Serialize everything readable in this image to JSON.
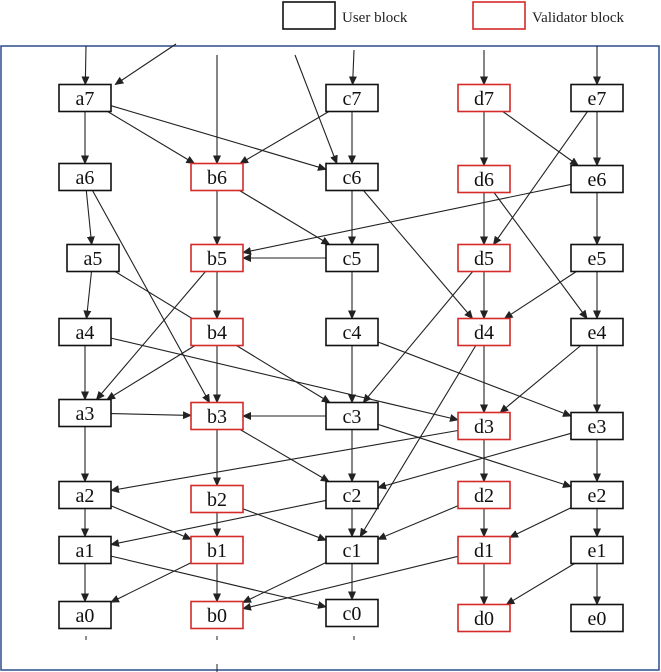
{
  "legend": {
    "user_label": "User block",
    "validator_label": "Validator block"
  },
  "colors": {
    "user_stroke": "#111111",
    "validator_stroke": "#d42a2a",
    "frame_stroke": "#2b4d8c",
    "edge": "#222222"
  },
  "nodes": [
    {
      "id": "a7",
      "type": "user"
    },
    {
      "id": "c7",
      "type": "user"
    },
    {
      "id": "d7",
      "type": "validator"
    },
    {
      "id": "e7",
      "type": "user"
    },
    {
      "id": "a6",
      "type": "user"
    },
    {
      "id": "b6",
      "type": "validator"
    },
    {
      "id": "c6",
      "type": "user"
    },
    {
      "id": "d6",
      "type": "validator"
    },
    {
      "id": "e6",
      "type": "user"
    },
    {
      "id": "a5",
      "type": "user"
    },
    {
      "id": "b5",
      "type": "validator"
    },
    {
      "id": "c5",
      "type": "user"
    },
    {
      "id": "d5",
      "type": "validator"
    },
    {
      "id": "e5",
      "type": "user"
    },
    {
      "id": "a4",
      "type": "user"
    },
    {
      "id": "b4",
      "type": "validator"
    },
    {
      "id": "c4",
      "type": "user"
    },
    {
      "id": "d4",
      "type": "validator"
    },
    {
      "id": "e4",
      "type": "user"
    },
    {
      "id": "a3",
      "type": "user"
    },
    {
      "id": "b3",
      "type": "validator"
    },
    {
      "id": "c3",
      "type": "user"
    },
    {
      "id": "d3",
      "type": "validator"
    },
    {
      "id": "e3",
      "type": "user"
    },
    {
      "id": "a2",
      "type": "user"
    },
    {
      "id": "b2",
      "type": "validator"
    },
    {
      "id": "c2",
      "type": "user"
    },
    {
      "id": "d2",
      "type": "validator"
    },
    {
      "id": "e2",
      "type": "user"
    },
    {
      "id": "a1",
      "type": "user"
    },
    {
      "id": "b1",
      "type": "validator"
    },
    {
      "id": "c1",
      "type": "user"
    },
    {
      "id": "d1",
      "type": "validator"
    },
    {
      "id": "e1",
      "type": "user"
    },
    {
      "id": "a0",
      "type": "user"
    },
    {
      "id": "b0",
      "type": "validator"
    },
    {
      "id": "c0",
      "type": "user"
    },
    {
      "id": "d0",
      "type": "validator"
    },
    {
      "id": "e0",
      "type": "user"
    }
  ],
  "edges": [
    [
      "a7",
      "a6"
    ],
    [
      "a6",
      "a5"
    ],
    [
      "a5",
      "a4"
    ],
    [
      "a4",
      "a3"
    ],
    [
      "a3",
      "a2"
    ],
    [
      "a2",
      "a1"
    ],
    [
      "a1",
      "a0"
    ],
    [
      "b6",
      "b5"
    ],
    [
      "b5",
      "b4"
    ],
    [
      "b4",
      "b3"
    ],
    [
      "b3",
      "b2"
    ],
    [
      "b2",
      "b1"
    ],
    [
      "b1",
      "b0"
    ],
    [
      "c7",
      "c6"
    ],
    [
      "c6",
      "c5"
    ],
    [
      "c5",
      "c4"
    ],
    [
      "c4",
      "c3"
    ],
    [
      "c3",
      "c2"
    ],
    [
      "c2",
      "c1"
    ],
    [
      "c1",
      "c0"
    ],
    [
      "d7",
      "d6"
    ],
    [
      "d6",
      "d5"
    ],
    [
      "d5",
      "d4"
    ],
    [
      "d4",
      "d3"
    ],
    [
      "d3",
      "d2"
    ],
    [
      "d2",
      "d1"
    ],
    [
      "d1",
      "d0"
    ],
    [
      "e7",
      "e6"
    ],
    [
      "e6",
      "e5"
    ],
    [
      "e5",
      "e4"
    ],
    [
      "e4",
      "e3"
    ],
    [
      "e3",
      "e2"
    ],
    [
      "e2",
      "e1"
    ],
    [
      "e1",
      "e0"
    ],
    [
      "a7",
      "b6"
    ],
    [
      "c7",
      "b6"
    ],
    [
      "a7",
      "c6"
    ],
    [
      "d7",
      "e6"
    ],
    [
      "e7",
      "d5"
    ],
    [
      "e6",
      "b5"
    ],
    [
      "c5",
      "b5"
    ],
    [
      "b6",
      "c5"
    ],
    [
      "c6",
      "d4"
    ],
    [
      "d6",
      "e4"
    ],
    [
      "a5",
      "c3"
    ],
    [
      "b5",
      "a3"
    ],
    [
      "d5",
      "c3"
    ],
    [
      "e5",
      "d4"
    ],
    [
      "a6",
      "b3"
    ],
    [
      "b4",
      "a3"
    ],
    [
      "a4",
      "d3"
    ],
    [
      "c4",
      "e3"
    ],
    [
      "e4",
      "d3"
    ],
    [
      "a3",
      "b3"
    ],
    [
      "c3",
      "b3"
    ],
    [
      "d3",
      "a2"
    ],
    [
      "b3",
      "c2"
    ],
    [
      "c3",
      "e2"
    ],
    [
      "e3",
      "c2"
    ],
    [
      "a2",
      "b1"
    ],
    [
      "b2",
      "c1"
    ],
    [
      "c2",
      "a1"
    ],
    [
      "d2",
      "c1"
    ],
    [
      "e2",
      "d1"
    ],
    [
      "d4",
      "c1"
    ],
    [
      "a1",
      "c0"
    ],
    [
      "b1",
      "a0"
    ],
    [
      "c1",
      "b0"
    ],
    [
      "d1",
      "b0"
    ],
    [
      "e1",
      "d0"
    ]
  ]
}
